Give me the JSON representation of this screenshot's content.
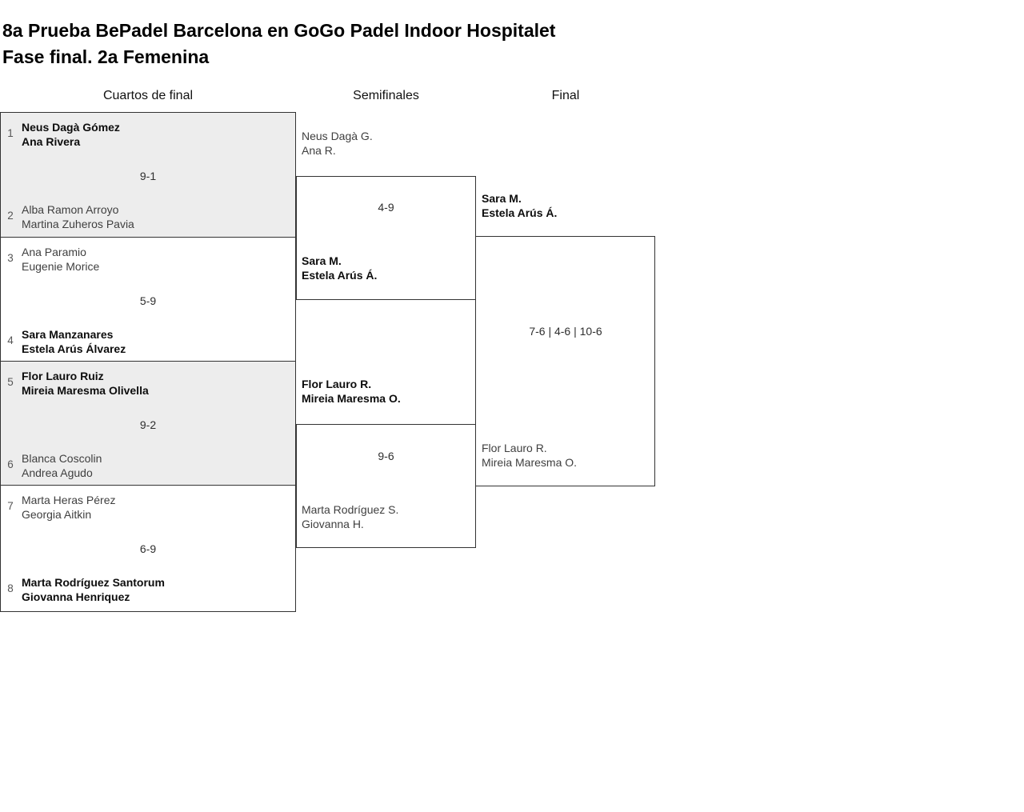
{
  "page": {
    "title_line1": "8a Prueba BePadel Barcelona en GoGo Padel Indoor Hospitalet",
    "title_line2": "Fase final. 2a Femenina"
  },
  "colors": {
    "match_alt_bg": "#ededed",
    "border": "#333333",
    "winner_text": "#0d0d0d",
    "loser_text": "#3f3f3f",
    "seed_text": "#565656"
  },
  "rounds": [
    {
      "label": "Cuartos de final"
    },
    {
      "label": "Semifinales"
    },
    {
      "label": "Final"
    }
  ],
  "quarterfinals": [
    {
      "seed_top": "1",
      "team_top": [
        "Neus Dagà Gómez",
        "Ana Rivera"
      ],
      "top_winner": true,
      "score": "9-1",
      "seed_bottom": "2",
      "team_bottom": [
        "Alba Ramon Arroyo",
        "Martina Zuheros Pavia"
      ],
      "bottom_winner": false
    },
    {
      "seed_top": "3",
      "team_top": [
        "Ana Paramio",
        "Eugenie Morice"
      ],
      "top_winner": false,
      "score": "5-9",
      "seed_bottom": "4",
      "team_bottom": [
        "Sara Manzanares",
        "Estela Arús Álvarez"
      ],
      "bottom_winner": true
    },
    {
      "seed_top": "5",
      "team_top": [
        "Flor Lauro Ruiz",
        "Mireia Maresma Olivella"
      ],
      "top_winner": true,
      "score": "9-2",
      "seed_bottom": "6",
      "team_bottom": [
        "Blanca Coscolin",
        "Andrea Agudo"
      ],
      "bottom_winner": false
    },
    {
      "seed_top": "7",
      "team_top": [
        "Marta Heras Pérez",
        "Georgia Aitkin"
      ],
      "top_winner": false,
      "score": "6-9",
      "seed_bottom": "8",
      "team_bottom": [
        "Marta Rodríguez Santorum",
        "Giovanna Henriquez"
      ],
      "bottom_winner": true
    }
  ],
  "semifinals": [
    {
      "team_top": [
        "Neus Dagà G.",
        "Ana R."
      ],
      "top_winner": false,
      "score": "4-9",
      "team_bottom": [
        "Sara M.",
        "Estela Arús Á."
      ],
      "bottom_winner": true
    },
    {
      "team_top": [
        "Flor Lauro R.",
        "Mireia Maresma O."
      ],
      "top_winner": true,
      "score": "9-6",
      "team_bottom": [
        "Marta Rodríguez S.",
        "Giovanna H."
      ],
      "bottom_winner": false
    }
  ],
  "final": {
    "team_top": [
      "Sara M.",
      "Estela Arús Á."
    ],
    "top_winner": true,
    "score": "7-6 | 4-6 | 10-6",
    "team_bottom": [
      "Flor Lauro R.",
      "Mireia Maresma O."
    ],
    "bottom_winner": false
  }
}
